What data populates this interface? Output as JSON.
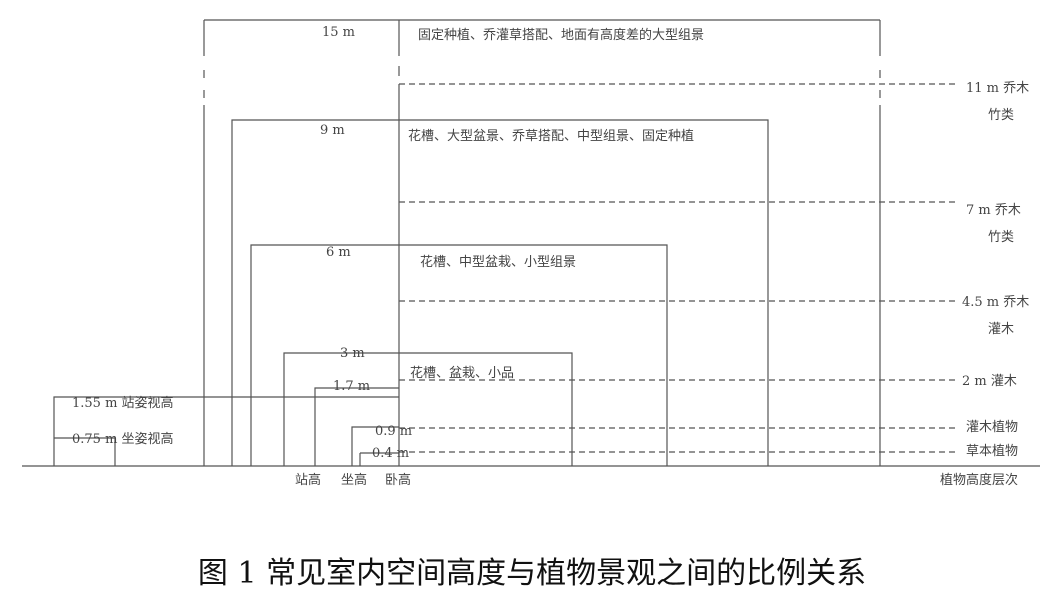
{
  "spaces": [
    {
      "height_label": "15 m",
      "content": "固定种植、乔灌草搭配、地面有高度差的大型组景"
    },
    {
      "height_label": "9 m",
      "content": "花槽、大型盆景、乔草搭配、中型组景、固定种植"
    },
    {
      "height_label": "6 m",
      "content": "花槽、中型盆栽、小型组景"
    },
    {
      "height_label": "3 m",
      "content": "花槽、盆栽、小品"
    },
    {
      "height_label": "1.7 m"
    },
    {
      "height_label": "0.9 m"
    },
    {
      "height_label": "0.4 m"
    }
  ],
  "sight_lines": [
    {
      "label": "1.55 m 站姿视高"
    },
    {
      "label": "0.75 m 坐姿视高"
    }
  ],
  "plant_levels": [
    {
      "lines": [
        "11 m 乔木",
        "竹类"
      ]
    },
    {
      "lines": [
        "7 m 乔木",
        "竹类"
      ]
    },
    {
      "lines": [
        "4.5 m 乔木",
        "灌木"
      ]
    },
    {
      "lines": [
        "2 m 灌木"
      ]
    },
    {
      "lines": [
        "灌木植物"
      ]
    },
    {
      "lines": [
        "草本植物"
      ]
    }
  ],
  "postures": [
    "站高",
    "坐高",
    "卧高"
  ],
  "axis_label": "植物高度层次",
  "caption": "图 1 常见室内空间高度与植物景观之间的比例关系"
}
